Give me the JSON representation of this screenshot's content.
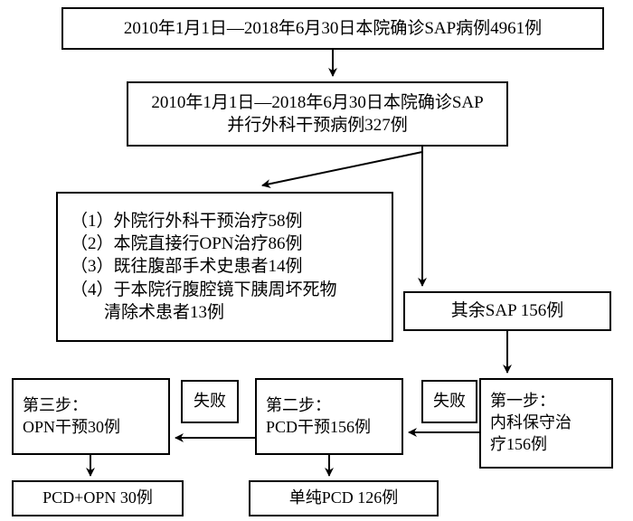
{
  "flowchart": {
    "title_box": {
      "lines": [
        "2010年1月1日—2018年6月30日本院确诊SAP病例4961例"
      ]
    },
    "surgery_box": {
      "lines": [
        "2010年1月1日—2018年6月30日本院确诊SAP",
        "并行外科干预病例327例"
      ]
    },
    "excluded_box": {
      "lines": [
        "（1）外院行外科干预治疗58例",
        "（2）本院直接行OPN治疗86例",
        "（3）既往腹部手术史患者14例",
        "（4）于本院行腹腔镜下胰周坏死物",
        "清除术患者13例"
      ]
    },
    "remaining_box": {
      "lines": [
        "其余SAP 156例"
      ]
    },
    "step1_box": {
      "lines": [
        "第一步：",
        "内科保守治",
        "疗156例"
      ]
    },
    "step2_box": {
      "lines": [
        "第二步：",
        "PCD干预156例"
      ]
    },
    "step3_box": {
      "lines": [
        "第三步：",
        "OPN干预30例"
      ]
    },
    "fail_label_1": {
      "text": "失败"
    },
    "fail_label_2": {
      "text": "失败"
    },
    "result_pcd_opn": {
      "lines": [
        "PCD+OPN 30例"
      ]
    },
    "result_pcd_only": {
      "lines": [
        "单纯PCD 126例"
      ]
    },
    "colors": {
      "stroke": "#000000",
      "background": "#ffffff",
      "text": "#000000"
    }
  }
}
